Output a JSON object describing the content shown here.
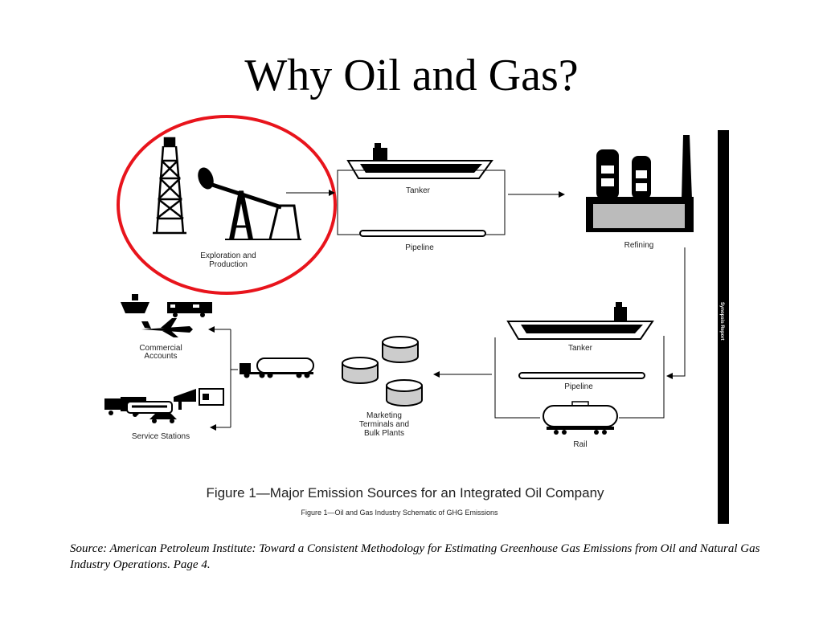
{
  "slide": {
    "title": "Why Oil and Gas?"
  },
  "diagram": {
    "labels": {
      "exploration_1": "Exploration and",
      "exploration_2": "Production",
      "tanker_top": "Tanker",
      "pipeline_top": "Pipeline",
      "refining": "Refining",
      "tanker_bottom": "Tanker",
      "pipeline_bottom": "Pipeline",
      "rail": "Rail",
      "marketing_1": "Marketing",
      "marketing_2": "Terminals and",
      "marketing_3": "Bulk Plants",
      "commercial_1": "Commercial",
      "commercial_2": "Accounts",
      "service_stations": "Service Stations"
    },
    "side_tab": "Synopsis Report",
    "figure_caption": "Figure 1—Major Emission Sources for an Integrated Oil Company",
    "figure_subcaption": "Figure  1—Oil and Gas Industry Schematic of GHG Emissions",
    "highlight_color": "#e8141c"
  },
  "source": {
    "text": "Source:  American Petroleum Institute:  Toward a Consistent Methodology for Estimating Greenhouse Gas Emissions from Oil and Natural Gas Industry Operations.  Page 4."
  }
}
